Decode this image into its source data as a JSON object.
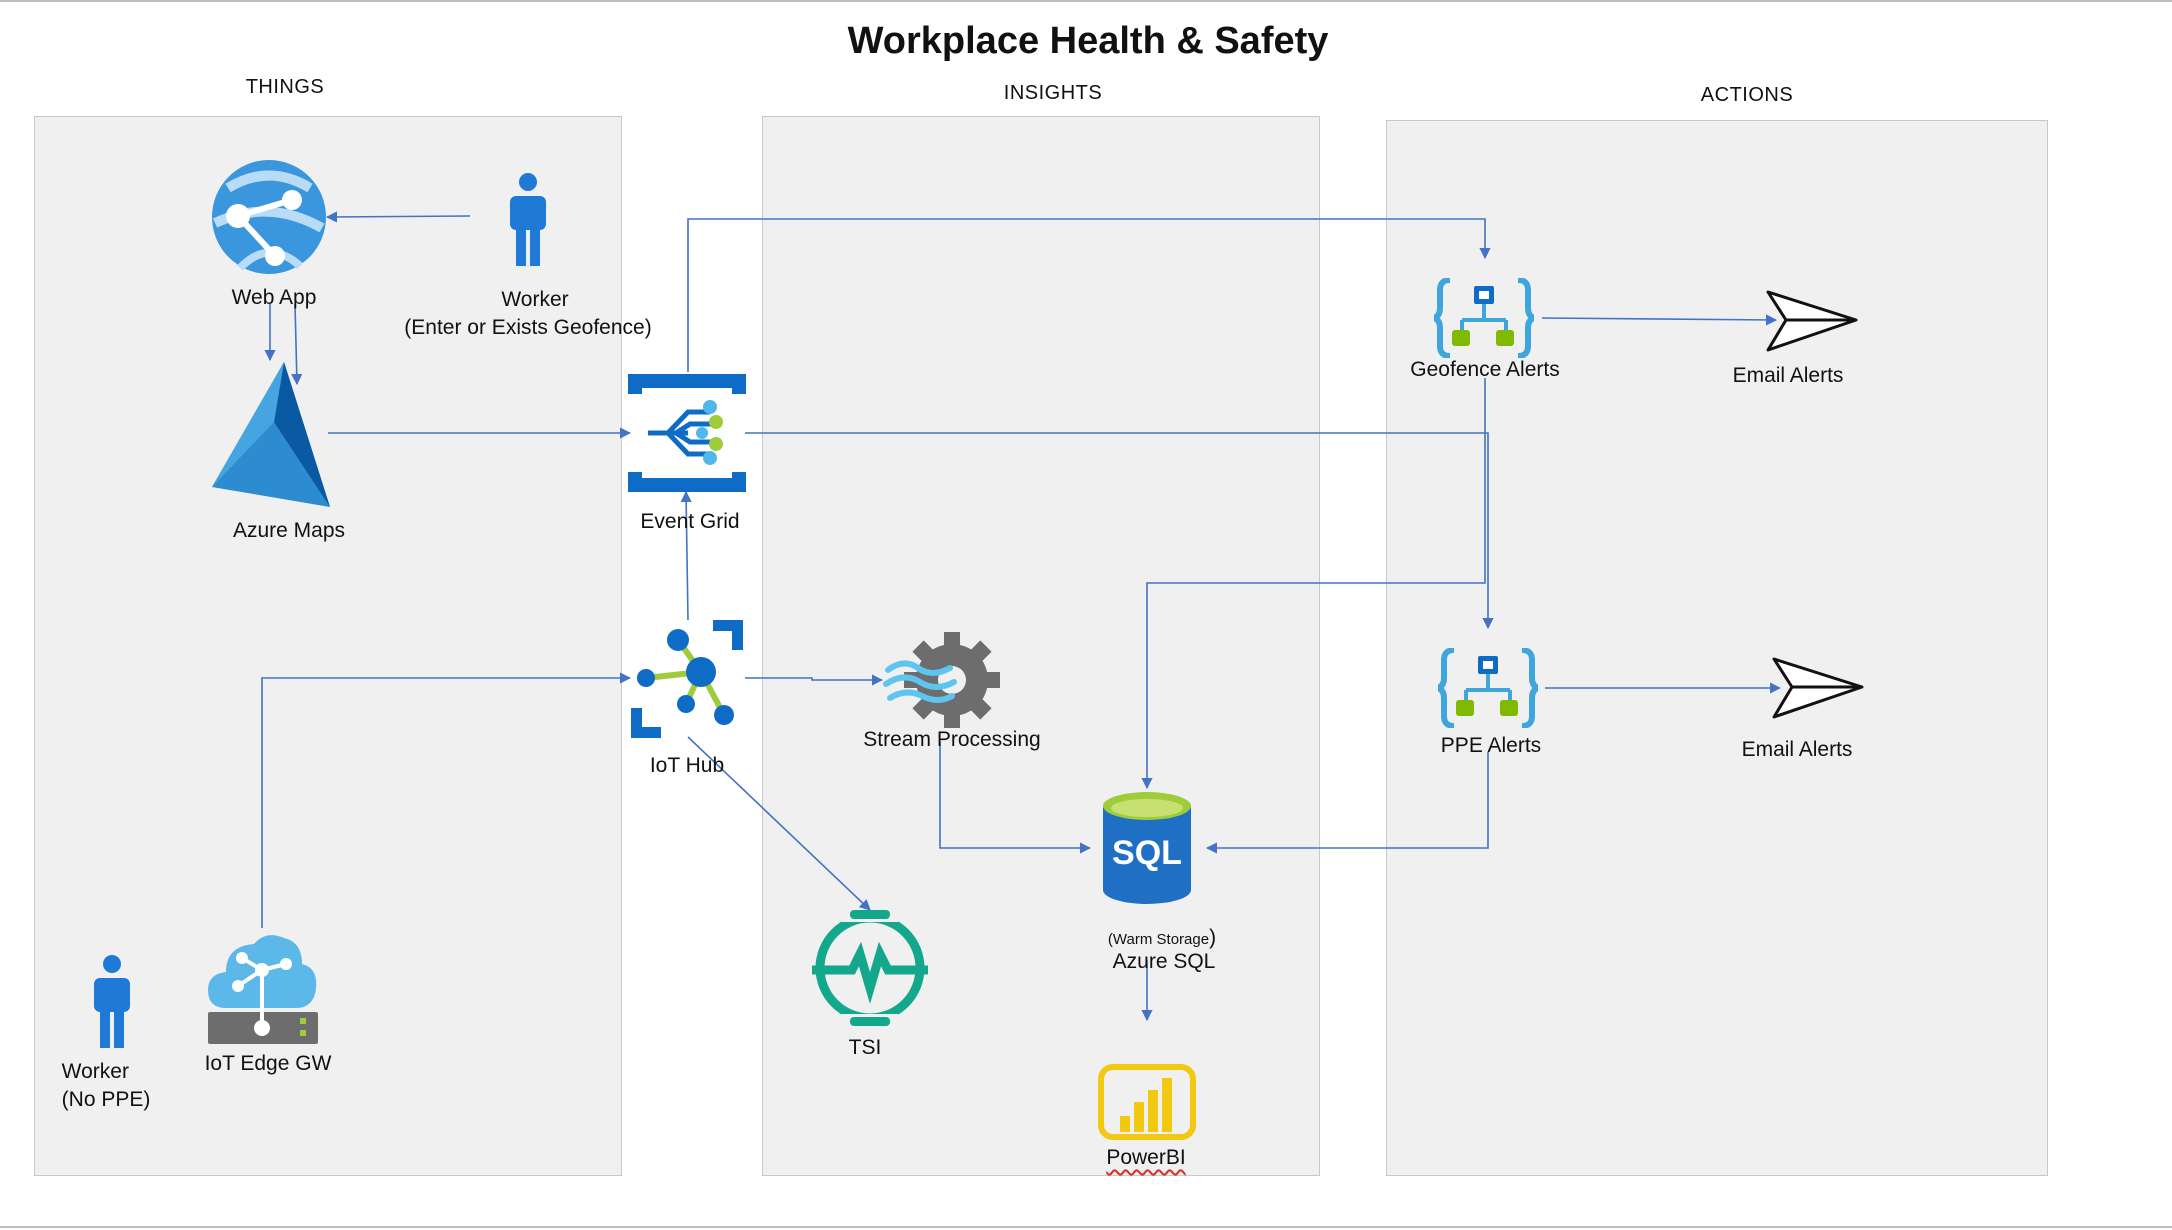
{
  "title": "Workplace Health & Safety",
  "sections": {
    "things": "THINGS",
    "insights": "INSIGHTS",
    "actions": "ACTIONS"
  },
  "nodes": {
    "web_app": "Web App",
    "worker_geofence_name": "Worker",
    "worker_geofence_note": "(Enter or Exists Geofence)",
    "azure_maps": "Azure Maps",
    "event_grid": "Event Grid",
    "iot_hub": "IoT Hub",
    "stream_processing": "Stream Processing",
    "tsi": "TSI",
    "warm_storage": "(Warm Storage",
    "warm_storage_paren": ")",
    "azure_sql": "Azure SQL",
    "sql_text": "SQL",
    "powerbi": "PowerBI",
    "geofence_alerts": "Geofence Alerts",
    "ppe_alerts": "PPE Alerts",
    "email_alerts_1": "Email Alerts",
    "email_alerts_2": "Email Alerts",
    "iot_edge_gw": "IoT Edge GW",
    "worker_ppe_name": "Worker",
    "worker_ppe_note": "(No PPE)"
  },
  "colors": {
    "panel": "#f0f0f0",
    "connector": "#4472c4",
    "azure_blue": "#0078d4",
    "lime": "#7fba00",
    "teal": "#1aa891",
    "powerbi_yellow": "#f2c811",
    "sql_blue": "#1f6fc5"
  }
}
